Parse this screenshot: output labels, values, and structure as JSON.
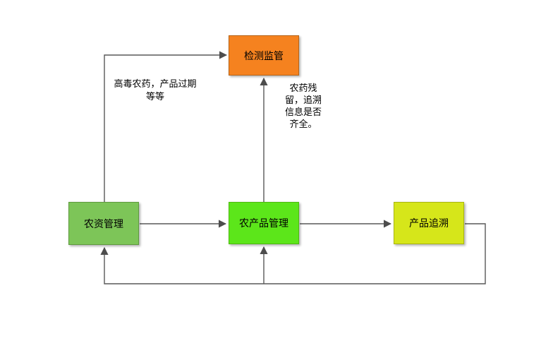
{
  "diagram": {
    "type": "flowchart",
    "background": "#ffffff",
    "nodes": [
      {
        "id": "detection-supervision",
        "label": "检测监管",
        "fill": "#F5821F",
        "border": "#B5651A"
      },
      {
        "id": "agri-material-mgmt",
        "label": "农资管理",
        "fill": "#7DC558",
        "border": "#5F9A3F"
      },
      {
        "id": "agri-product-mgmt",
        "label": "农产品管理",
        "fill": "#5CE61A",
        "border": "#4FB912"
      },
      {
        "id": "product-traceability",
        "label": "产品追溯",
        "fill": "#D6E61A",
        "border": "#A9B512"
      }
    ],
    "annotations": [
      {
        "id": "note-left",
        "text": "高毒农药，产品过期等等"
      },
      {
        "id": "note-right",
        "text": "农药残留，追溯信息是否齐全。"
      }
    ],
    "connectors": [
      {
        "id": "agri-material-to-detection",
        "from": "agri-material-mgmt",
        "to": "detection-supervision"
      },
      {
        "id": "agri-product-to-detection",
        "from": "agri-product-mgmt",
        "to": "detection-supervision"
      },
      {
        "id": "agri-material-to-agri-product",
        "from": "agri-material-mgmt",
        "to": "agri-product-mgmt"
      },
      {
        "id": "agri-product-to-traceability",
        "from": "agri-product-mgmt",
        "to": "product-traceability"
      },
      {
        "id": "traceability-feedback-to-agri-material",
        "from": "product-traceability",
        "to": "agri-material-mgmt"
      },
      {
        "id": "traceability-feedback-to-agri-product",
        "from": "product-traceability",
        "to": "agri-product-mgmt"
      }
    ],
    "colors": {
      "line": "#595959",
      "arrow": "#4d4d4d",
      "text": "#000000"
    }
  }
}
